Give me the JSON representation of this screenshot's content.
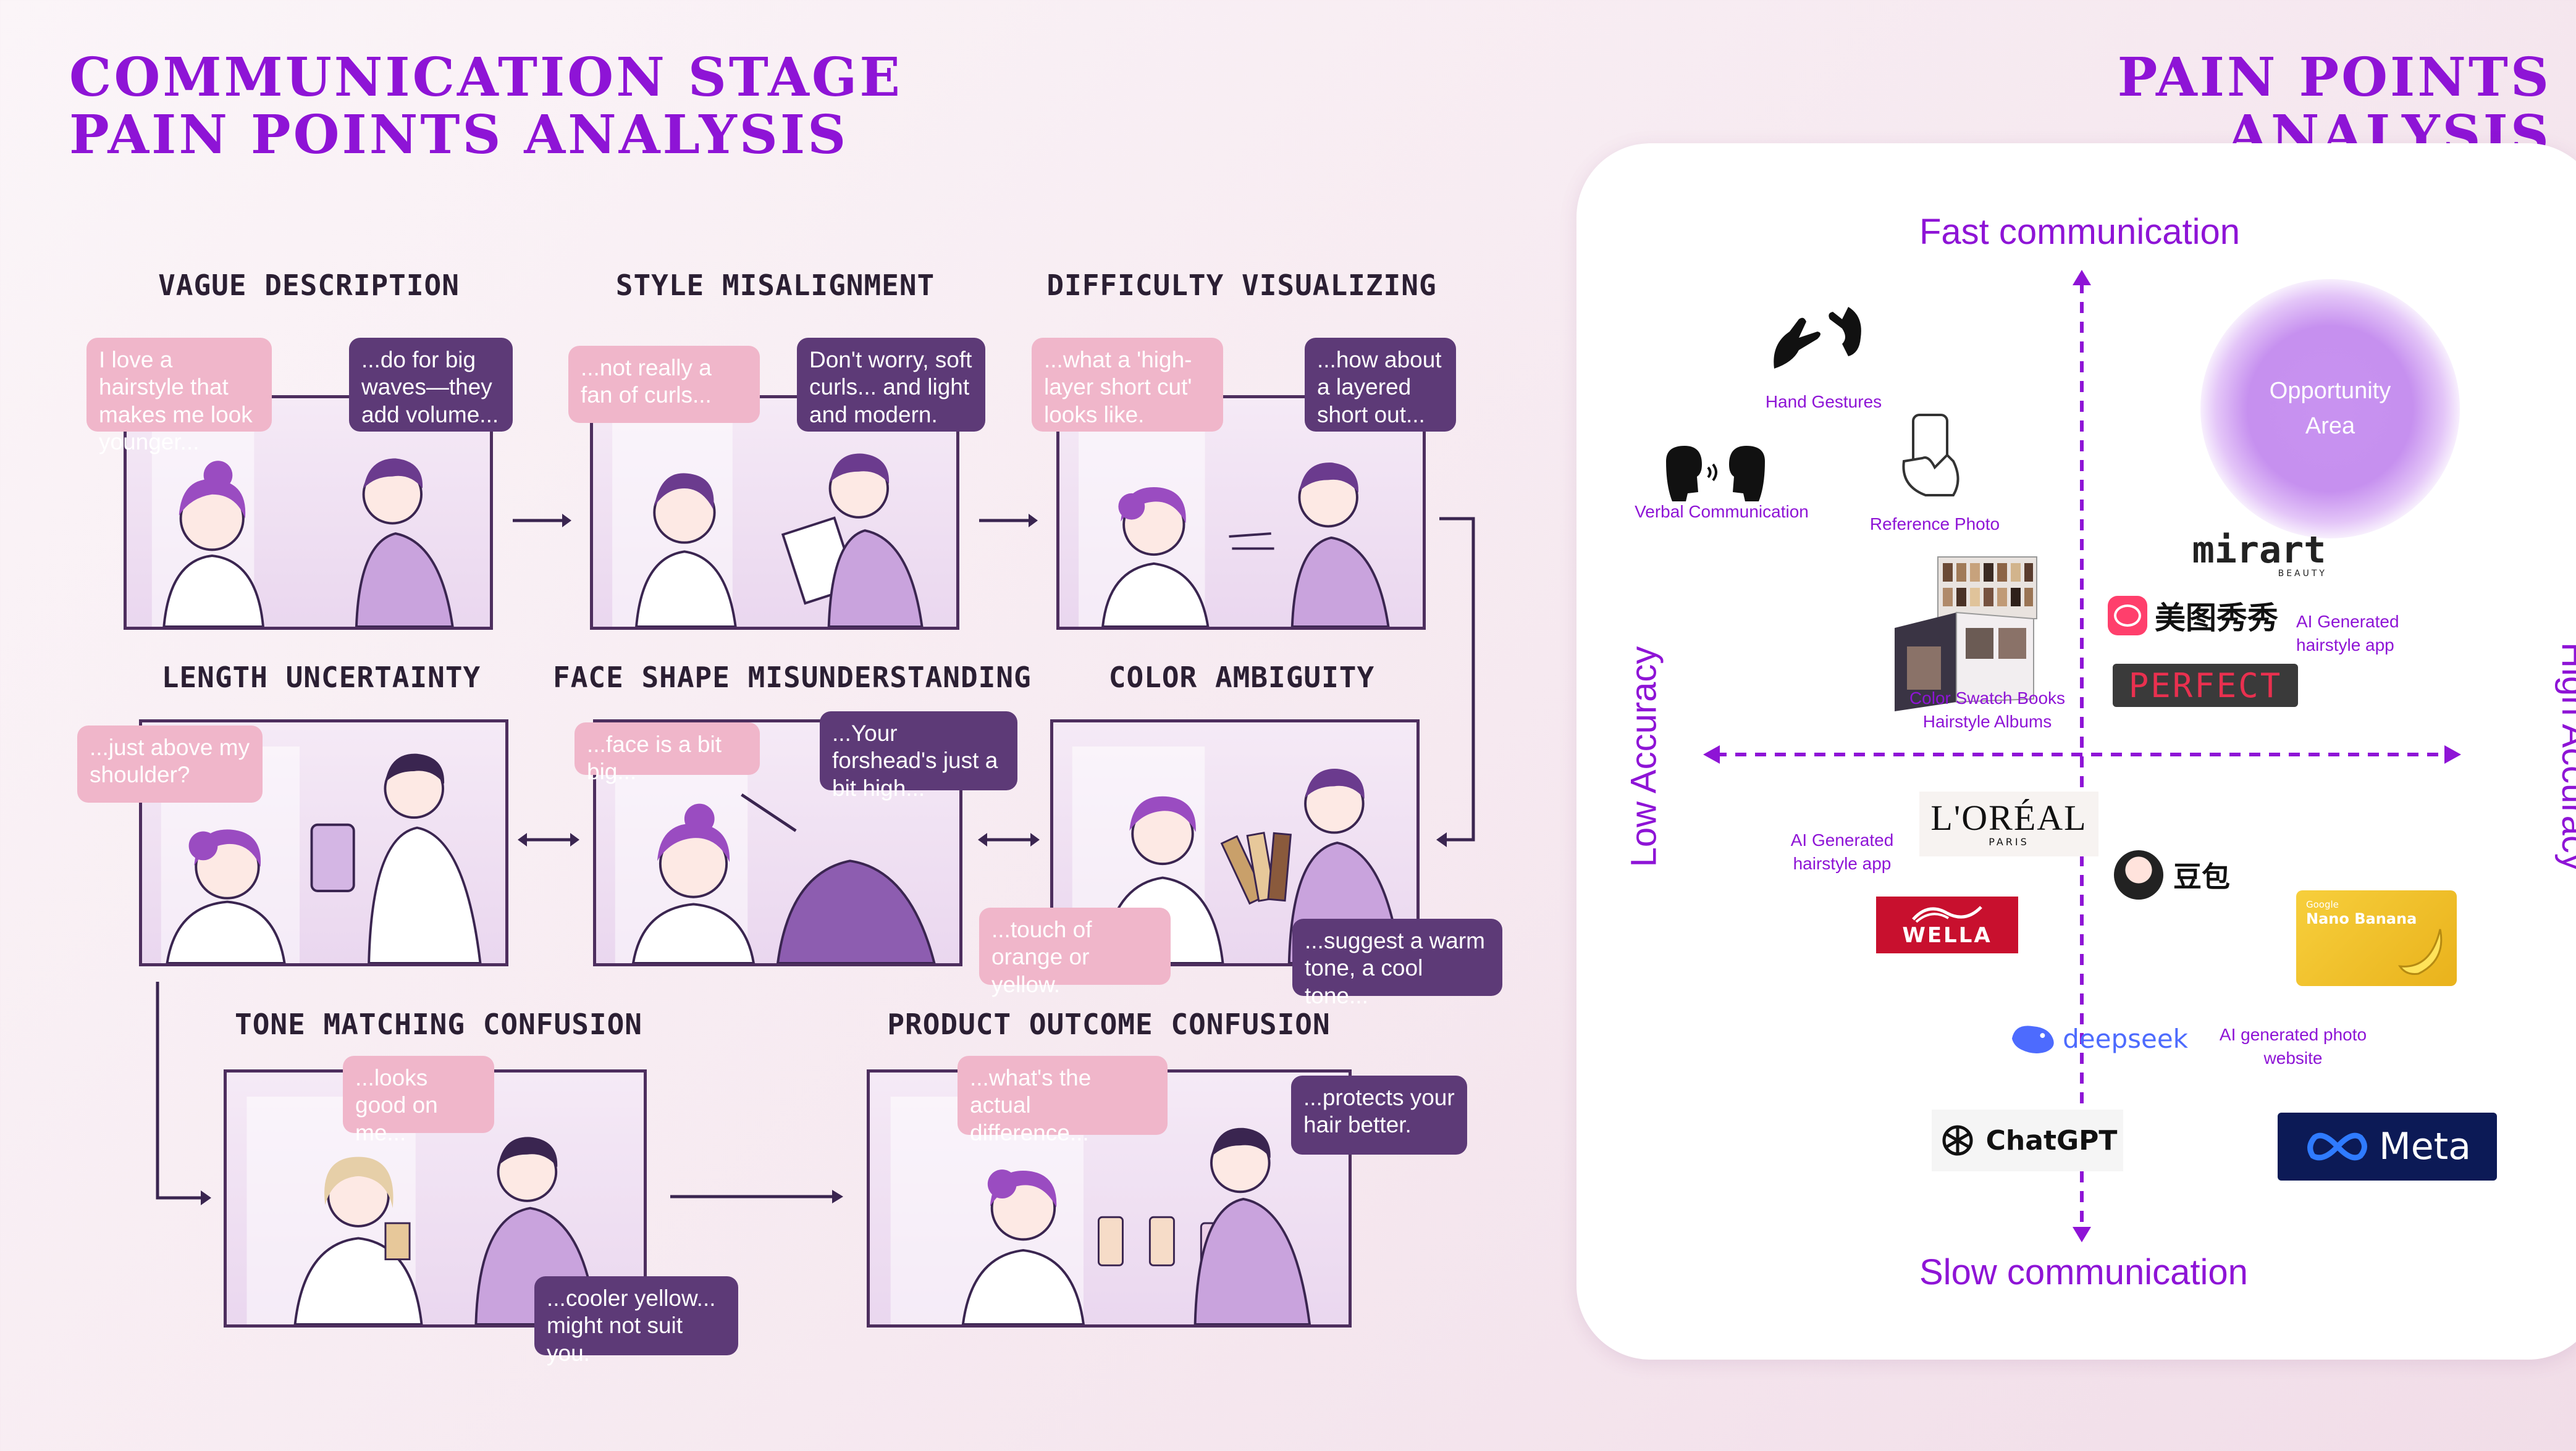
{
  "left_title": "COMMUNICATION STAGE PAIN POINTS ANALYSIS",
  "right_title": "PAIN POINTS ANALYSIS",
  "panels": [
    {
      "title": "VAGUE DESCRIPTION",
      "bubble_a": "I love a hairstyle that makes me look younger...",
      "bubble_b": "...do for big waves—they add volume..."
    },
    {
      "title": "STYLE MISALIGNMENT",
      "bubble_a": "...not really a fan of curls...",
      "bubble_b": "Don't worry, soft curls... and light and modern."
    },
    {
      "title": "DIFFICULTY VISUALIZING",
      "bubble_a": "...what a 'high-layer short cut' looks like.",
      "bubble_b": "...how about a layered short out..."
    },
    {
      "title": "LENGTH UNCERTAINTY",
      "bubble_a": "...just above my shoulder?"
    },
    {
      "title": "FACE SHAPE MISUNDERSTANDING",
      "bubble_a": "...face is a bit big...",
      "bubble_b": "...Your forshead's just a bit high..."
    },
    {
      "title": "COLOR AMBIGUITY",
      "bubble_a": "...touch of orange or yellow.",
      "bubble_b": "...suggest a warm tone, a cool tone..."
    },
    {
      "title": "TONE MATCHING CONFUSION",
      "bubble_a": "...looks good on me...",
      "bubble_b": "...cooler yellow... might not suit you."
    },
    {
      "title": "PRODUCT OUTCOME CONFUSION",
      "bubble_a": "...what's the actual difference...",
      "bubble_b": "...protects your hair better."
    }
  ],
  "quadrant": {
    "top": "Fast communication",
    "bottom": "Slow communication",
    "left": "Low Accuracy",
    "right": "High Accuracy",
    "opportunity": "Opportunity Area",
    "tools": [
      {
        "label": "Hand Gestures",
        "icon": "hand-gestures-icon"
      },
      {
        "label": "Verbal Communication",
        "icon": "verbal-communication-icon"
      },
      {
        "label": "Reference Photo",
        "icon": "phone-hand-icon"
      },
      {
        "label": "Color Swatch Books Hairstyle Albums",
        "icon": "swatch-book-icon"
      },
      {
        "label": "AI Generated hairstyle app",
        "icon": ""
      },
      {
        "label": "AI Generated hairstyle app",
        "icon": ""
      },
      {
        "label": "AI generated photo website",
        "icon": ""
      }
    ],
    "logos": {
      "mirart": "mirart",
      "mirart_sub": "BEAUTY",
      "meitu": "美图秀秀",
      "perfect": "PERFECT",
      "loreal": "L'ORÉAL",
      "loreal_sub": "PARIS",
      "wella": "WELLA",
      "doubao": "豆包",
      "nano_small": "Google",
      "nano": "Nano Banana",
      "deepseek": "deepseek",
      "chatgpt": "ChatGPT",
      "meta": "Meta"
    },
    "colors": {
      "accent": "#8e14d6",
      "bubble_pink": "#f0b6ca",
      "bubble_dark": "#5d3a77"
    }
  }
}
